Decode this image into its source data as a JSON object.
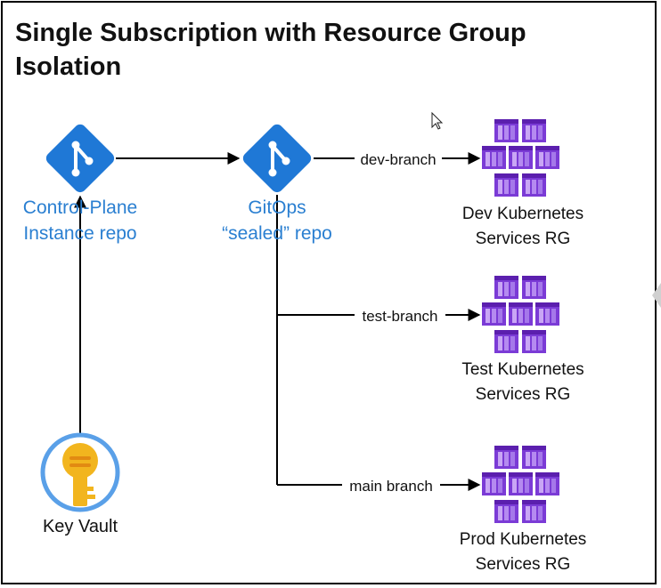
{
  "title": "Single Subscription with Resource Group Isolation",
  "nodes": {
    "control_plane": {
      "line1": "Control-Plane",
      "line2": "Instance repo",
      "icon": "git-icon"
    },
    "gitops": {
      "line1": "GitOps",
      "line2": "“sealed” repo",
      "icon": "git-icon"
    },
    "key_vault": {
      "label": "Key Vault",
      "icon": "key-vault-icon"
    },
    "dev_rg": {
      "line1": "Dev Kubernetes",
      "line2": "Services RG",
      "icon": "kubernetes-services-icon"
    },
    "test_rg": {
      "line1": "Test Kubernetes",
      "line2": "Services RG",
      "icon": "kubernetes-services-icon"
    },
    "prod_rg": {
      "line1": "Prod Kubernetes",
      "line2": "Services RG",
      "icon": "kubernetes-services-icon"
    }
  },
  "edges": {
    "dev": "dev-branch",
    "test": "test-branch",
    "main": "main branch"
  },
  "colors": {
    "git_blue": "#1f78d6",
    "label_blue": "#2a7fd1",
    "kube_purple": "#7b3bd6",
    "key_gold": "#f2b51e",
    "vault_ring": "#5aa0e8"
  }
}
